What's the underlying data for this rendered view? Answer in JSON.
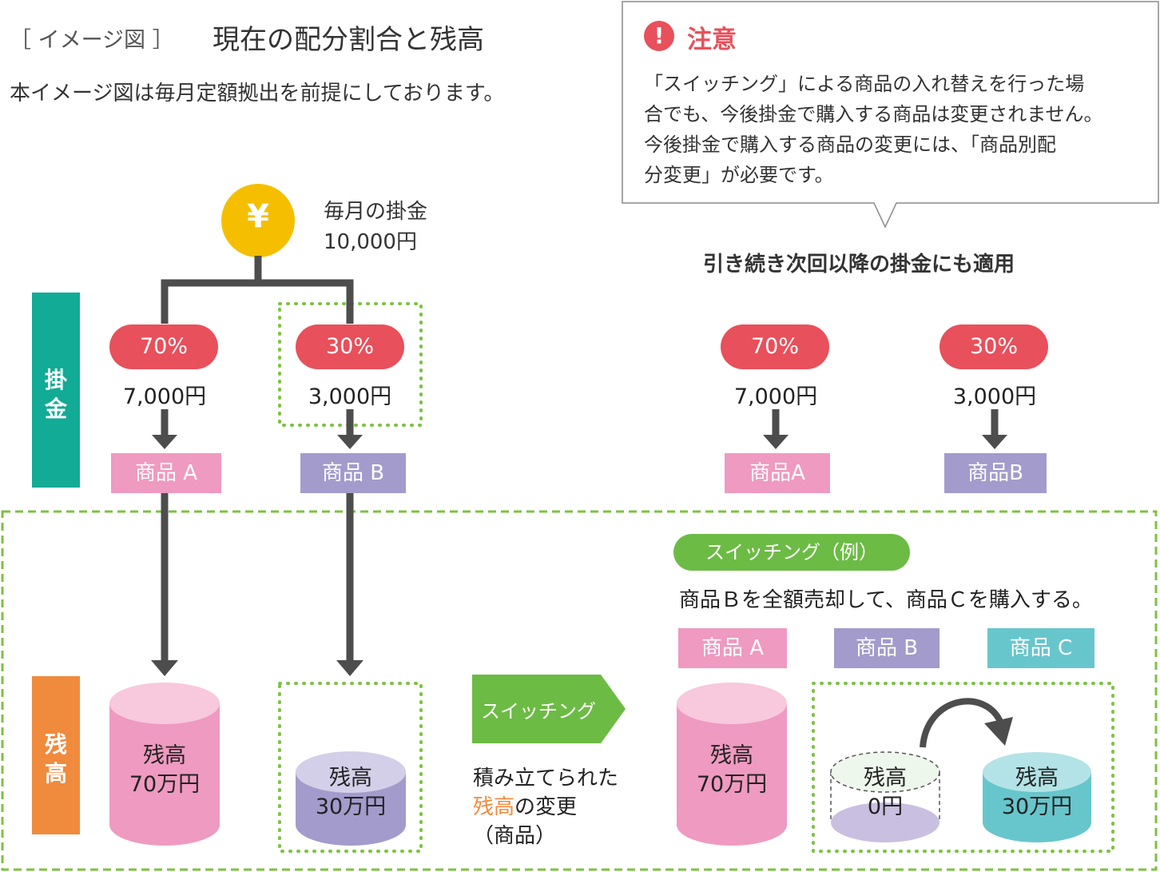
{
  "header": {
    "tag": "［ イメージ図 ］",
    "title": "現在の配分割合と残高",
    "subtitle": "本イメージ図は毎月定額拠出を前提にしております。"
  },
  "notice": {
    "title": "注意",
    "icon": "exclamation-icon",
    "body_lines": [
      "「スイッチング」による商品の入れ替えを行った場",
      "合でも、今後掛金で購入する商品は変更されません。",
      "今後掛金で購入する商品の変更には、「商品別配",
      "分変更」が必要です。"
    ]
  },
  "continue_note": "引き続き次回以降の掛金にも適用",
  "monthly": {
    "label": "毎月の掛金",
    "amount": "10,000円",
    "coin_symbol": "¥"
  },
  "side_labels": {
    "kakekin": "掛金",
    "zandaka": "残高"
  },
  "allocation_left": [
    {
      "percent": "70%",
      "amount": "7,000円",
      "product": "商品 A"
    },
    {
      "percent": "30%",
      "amount": "3,000円",
      "product": "商品 B"
    }
  ],
  "allocation_right": [
    {
      "percent": "70%",
      "amount": "7,000円",
      "product": "商品A"
    },
    {
      "percent": "30%",
      "amount": "3,000円",
      "product": "商品B"
    }
  ],
  "balances_left": [
    {
      "label": "残高",
      "amount": "70万円"
    },
    {
      "label": "残高",
      "amount": "30万円"
    }
  ],
  "switching": {
    "arrow_label": "スイッチング",
    "desc_line1": "積み立てられた",
    "desc_highlight": "残高",
    "desc_line2_rest": "の変更",
    "desc_line3": "（商品）",
    "example_badge": "スイッチング（例）",
    "example_text": "商品Ｂを全額売却して、商品Ｃを購入する。"
  },
  "balances_right": [
    {
      "product": "商品 A",
      "label": "残高",
      "amount": "70万円"
    },
    {
      "product": "商品 B",
      "label": "残高",
      "amount": "0円"
    },
    {
      "product": "商品 C",
      "label": "残高",
      "amount": "30万円"
    }
  ],
  "colors": {
    "pill_red": "#e8505b",
    "pink": "#ef9ac0",
    "purple": "#a39bcb",
    "teal_product": "#67c6cc",
    "kakekin_bar": "#12ab95",
    "zandaka_bar": "#f08a3c",
    "green_dotted": "#7dc242",
    "arrow_gray": "#4d4d4d",
    "coin": "#f5bf00",
    "highlight_orange": "#f08a3c"
  }
}
